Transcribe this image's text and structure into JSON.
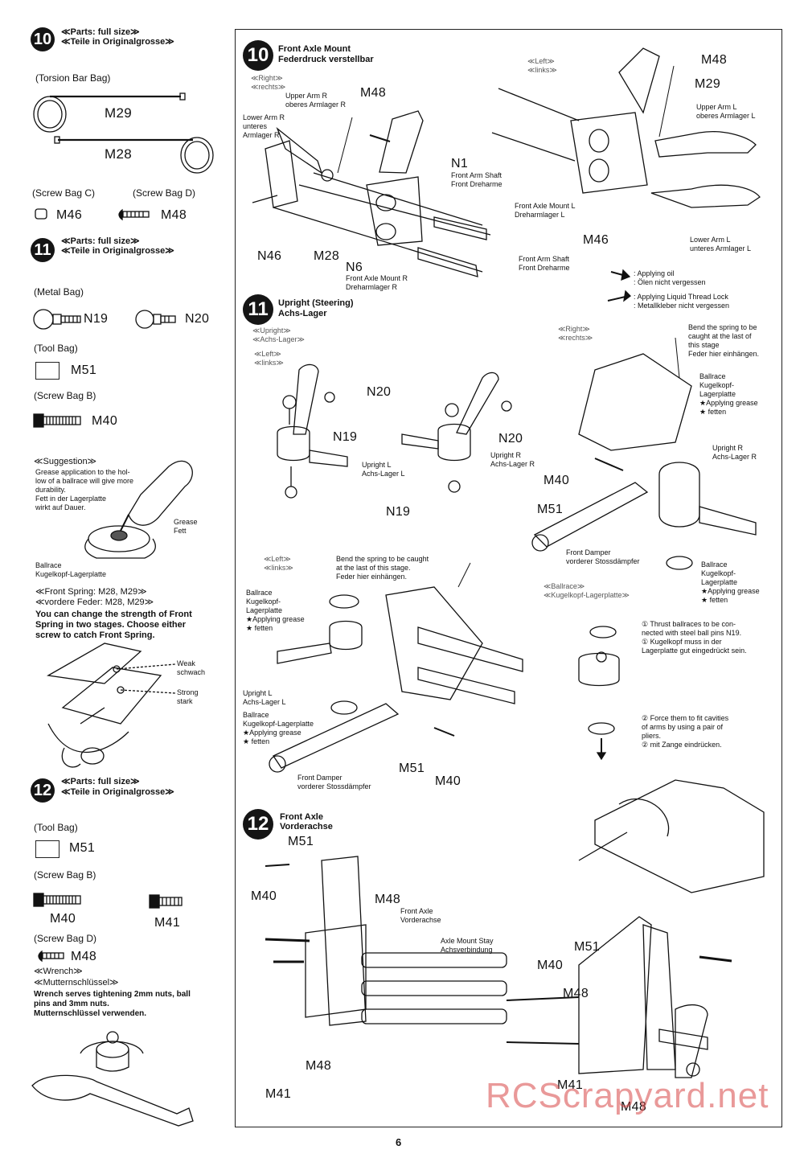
{
  "sidebar": {
    "s10": {
      "badge": "10",
      "parts_en": "≪Parts: full size≫",
      "parts_de": "≪Teile in Originalgrosse≫",
      "torsion_bag": "(Torsion Bar Bag)",
      "m29": "M29",
      "m28": "M28",
      "screw_bag_c": "(Screw Bag C)",
      "screw_bag_d": "(Screw Bag D)",
      "m46": "M46",
      "m48": "M48"
    },
    "s11": {
      "badge": "11",
      "parts_en": "≪Parts: full size≫",
      "parts_de": "≪Teile in Originalgrosse≫",
      "metal_bag": "(Metal Bag)",
      "n19": "N19",
      "n20": "N20",
      "tool_bag": "(Tool Bag)",
      "m51": "M51",
      "screw_bag_b": "(Screw Bag B)",
      "m40": "M40",
      "suggestion_title": "≪Suggestion≫",
      "suggestion_text": "Grease application to the hol-\nlow of a ballrace will give more\ndurability.\nFett in der Lagerplatte\nwirkt auf Dauer.",
      "grease": "Grease\nFett",
      "ballrace": "Ballrace\nKugelkopf-Lagerplatte",
      "front_spring_en": "≪Front Spring: M28, M29≫",
      "front_spring_de": "≪vordere Feder: M28, M29≫",
      "front_spring_text": "You can change the strength of Front\nSpring in two stages. Choose either\nscrew to catch Front Spring.",
      "weak": "Weak\nschwach",
      "strong": "Strong\nstark"
    },
    "s12": {
      "badge": "12",
      "parts_en": "≪Parts: full size≫",
      "parts_de": "≪Teile in Originalgrosse≫",
      "tool_bag": "(Tool Bag)",
      "m51": "M51",
      "screw_bag_b": "(Screw Bag B)",
      "m40": "M40",
      "m41": "M41",
      "screw_bag_d": "(Screw Bag D)",
      "m48": "M48",
      "wrench_en": "≪Wrench≫",
      "wrench_de": "≪Mutternschlüssel≫",
      "wrench_text": "Wrench serves tightening 2mm nuts, ball\npins and 3mm nuts.\nMutternschlüssel verwenden."
    }
  },
  "step10": {
    "badge": "10",
    "title_en": "Front Axle Mount",
    "title_de": "Federdruck verstellbar",
    "right": "≪Right≫\n≪rechts≫",
    "left": "≪Left≫\n≪links≫",
    "upper_arm_r": "Upper Arm R\noberes Armlager R",
    "lower_arm_r": "Lower Arm R\nunteres\nArmlager R",
    "m48_a": "M48",
    "m48_b": "M48",
    "m29": "M29",
    "n1": "N1",
    "front_arm_shaft": "Front Arm Shaft\nFront Dreharme",
    "front_arm_shaft_2": "Front Arm Shaft\nFront Dreharme",
    "n46_a": "N46",
    "m28": "M28",
    "n6": "N6",
    "front_axle_mount_r": "Front Axle Mount R\nDreharmlager R",
    "front_axle_mount_l": "Front Axle Mount L\nDreharmlager L",
    "upper_arm_l": "Upper Arm L\noberes Armlager L",
    "m46": "M46",
    "lower_arm_l": "Lower Arm L\nunteres Armlager L",
    "legend_oil": ": Applying oil\n: Ölen nicht vergessen",
    "legend_lock": ": Applying Liquid Thread Lock\n: Metallkleber nicht vergessen"
  },
  "step11": {
    "badge": "11",
    "title_en": "Upright (Steering)",
    "title_de": "Achs-Lager",
    "upright_label": "≪Upright≫\n≪Achs-Lager≫",
    "left_label": "≪Left≫\n≪links≫",
    "n20_a": "N20",
    "n19_a": "N19",
    "upright_l": "Upright L\nAchs-Lager L",
    "n20_b": "N20",
    "upright_r": "Upright R\nAchs-Lager R",
    "n19_b": "N19",
    "right_label": "≪Right≫\n≪rechts≫",
    "bend_spring_r": "Bend the spring to be\ncaught at the last of\nthis stage\nFeder hier einhängen.",
    "ballrace_r": "Ballrace\nKugelkopf-\nLagerplatte\n★Applying grease\n★ fetten",
    "upright_r2": "Upright R\nAchs-Lager R",
    "m40": "M40",
    "m51": "M51",
    "front_damper": "Front Damper\nvorderer Stossdämpfer",
    "ballrace_r2": "Ballrace\nKugelkopf-\nLagerplatte\n★Applying grease\n★ fetten",
    "left_label_2": "≪Left≫\n≪links≫",
    "bend_spring_l": "Bend the spring to be caught\nat the last of this stage.\nFeder hier einhängen.",
    "ballrace_l": "Ballrace\nKugelkopf-\nLagerplatte\n★Applying grease\n★ fetten",
    "upright_l2": "Upright L\nAchs-Lager L",
    "ballrace_l2": "Ballrace\nKugelkopf-Lagerplatte\n★Applying grease\n★ fetten",
    "front_damper_2": "Front Damper\nvorderer Stossdämpfer",
    "m51_b": "M51",
    "m40_b": "M40",
    "ballrace_caption": "≪Ballrace≫\n≪Kugelkopf-Lagerplatte≫",
    "note1": "① Thrust ballraces to be con-\nnected with steel ball pins N19.\n① Kugelkopf muss in der\nLagerplatte gut eingedrückt sein.",
    "note2": "② Force them to fit cavities\nof arms by using a pair of\npliers.\n② mit Zange eindrücken."
  },
  "step12": {
    "badge": "12",
    "title_en": "Front Axle",
    "title_de": "Vorderachse",
    "m51_a": "M51",
    "m40_a": "M40",
    "m48_a": "M48",
    "front_axle": "Front Axle\nVorderachse",
    "axle_stay": "Axle Mount Stay\nAchsverbindung",
    "m51_b": "M51",
    "m40_b": "M40",
    "m48_b": "M48",
    "m48_c": "M48",
    "m41_a": "M41",
    "m41_b": "M41",
    "m48_d": "M48"
  },
  "page_number": "6",
  "watermark": "RCScrapyard.net",
  "colors": {
    "ink": "#111111",
    "watermark": "#d54646"
  }
}
